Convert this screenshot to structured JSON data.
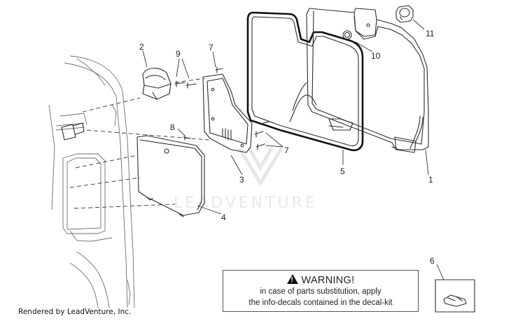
{
  "callouts": [
    "1",
    "2",
    "3",
    "4",
    "5",
    "6",
    "7",
    "7",
    "8",
    "9",
    "10",
    "11"
  ],
  "warning": {
    "title": "WARNING!",
    "line1": "in case of parts substitution, apply",
    "line2": "the info-decals contained in the decal-kit"
  },
  "footer": "Rendered by LeadVenture, Inc.",
  "watermark": "LEADVENTURE",
  "icons": [
    "warning-triangle-icon",
    "leadventure-logo-icon"
  ]
}
